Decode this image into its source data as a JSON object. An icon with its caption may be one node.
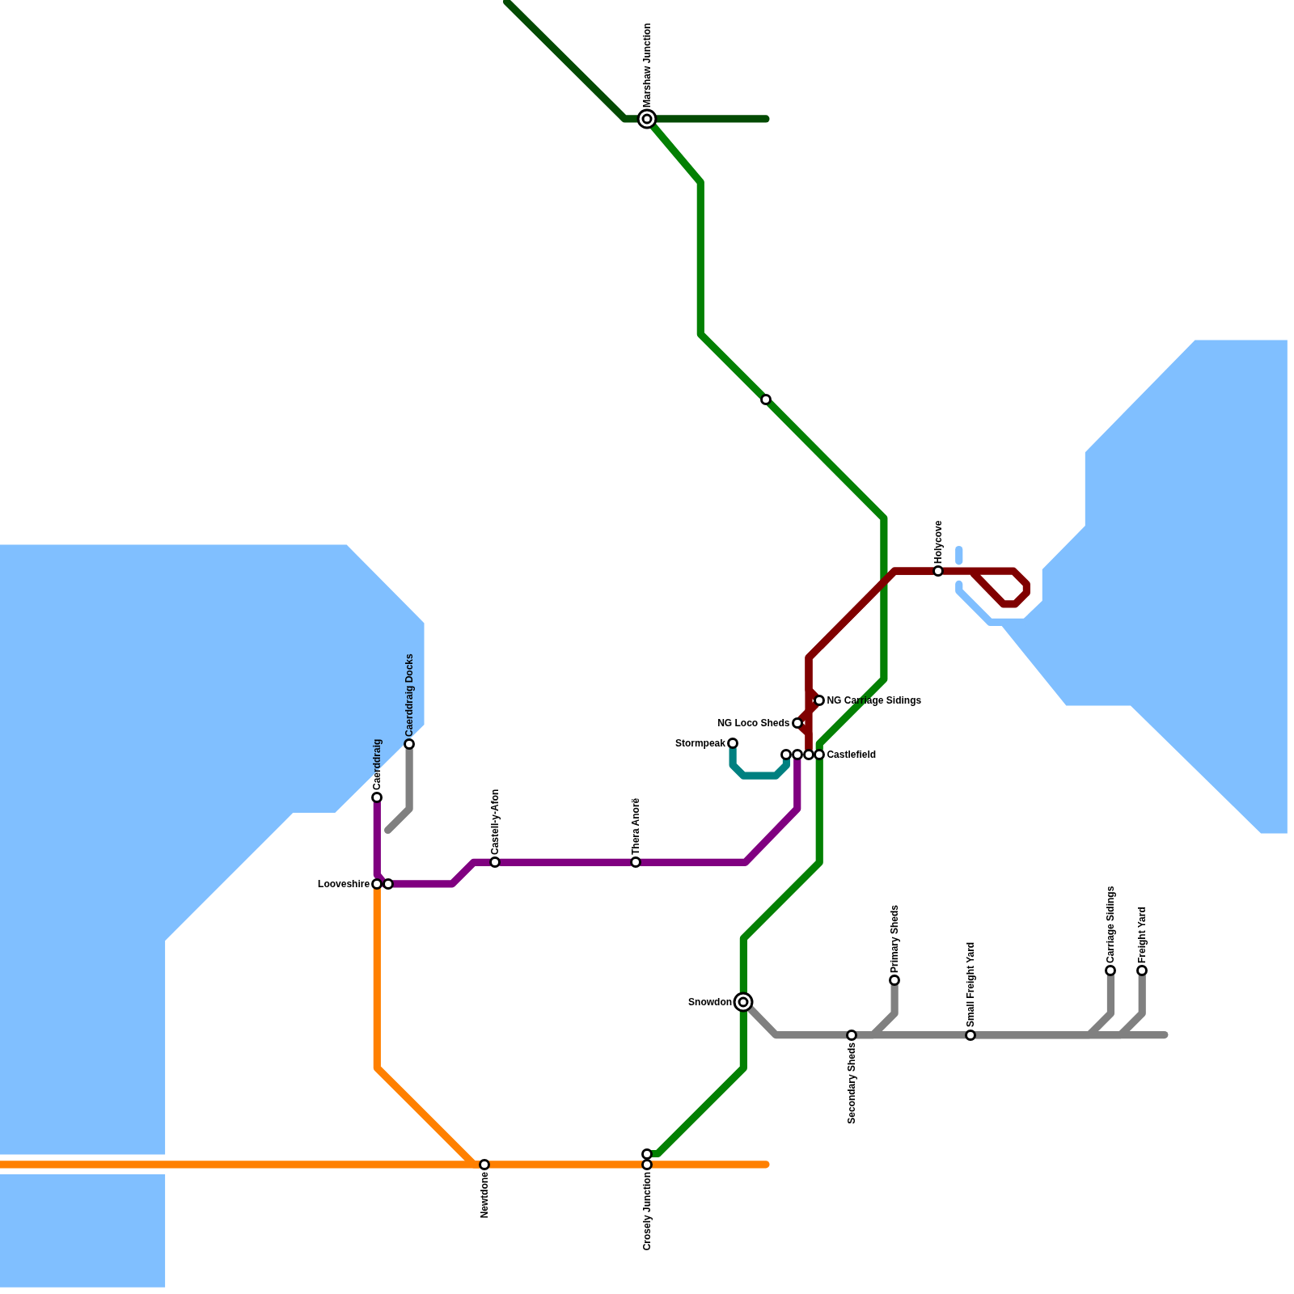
{
  "diagram": {
    "nodes": [
      {
        "text": [],
        "shape": "circle",
        "beside": [
          "Marshaw Junction"
        ]
      },
      {
        "text": [],
        "shape": "circle"
      },
      {
        "text": [],
        "shape": "circle",
        "beside": [
          "Holycove"
        ]
      },
      {
        "text": [],
        "shape": "circle",
        "beside": [
          "NG Carriage Sidings"
        ]
      },
      {
        "text": [],
        "shape": "circle",
        "beside": [
          "NG Loco Sheds"
        ]
      },
      {
        "text": [],
        "shape": "circle",
        "beside": [
          "Stormpeak"
        ]
      },
      {
        "text": [],
        "shape": "circle",
        "beside": [
          "Caerddraig Docks"
        ]
      },
      {
        "text": [],
        "shape": "circle"
      },
      {
        "text": [],
        "shape": "circle"
      },
      {
        "text": [],
        "shape": "circle"
      },
      {
        "text": [],
        "shape": "circle",
        "beside": [
          "Castlefield"
        ]
      },
      {
        "text": [],
        "shape": "circle",
        "beside": [
          "Caerddraig"
        ]
      },
      {
        "text": [],
        "shape": "circle",
        "beside": [
          "Castell-y-Afon"
        ]
      },
      {
        "text": [],
        "shape": "circle",
        "beside": [
          "Thera Anorë"
        ]
      },
      {
        "text": [],
        "shape": "circle",
        "beside": [
          "Looveshire"
        ]
      },
      {
        "text": [],
        "shape": "circle"
      },
      {
        "text": [],
        "shape": "circle",
        "beside": [
          "Carriage Sidings"
        ]
      },
      {
        "text": [],
        "shape": "circle",
        "beside": [
          "Freight Yard"
        ]
      },
      {
        "text": [],
        "shape": "circle",
        "beside": [
          "Primary Sheds"
        ]
      },
      {
        "text": [],
        "shape": "circle",
        "beside": [
          "Snowdon"
        ]
      },
      {
        "text": [],
        "shape": "circle",
        "beside": [
          "Secondary Sheds"
        ]
      },
      {
        "text": [],
        "shape": "circle",
        "beside": [
          "Small Freight Yard"
        ]
      },
      {
        "text": [],
        "shape": "circle"
      },
      {
        "text": [],
        "shape": "circle",
        "beside": [
          "Newtdone"
        ]
      },
      {
        "text": [],
        "shape": "circle",
        "beside": [
          "Crosely Junction"
        ]
      }
    ],
    "edges": [
      {
        "from": null,
        "to": 0,
        "arrow": "none",
        "color": "#034a03"
      },
      {
        "from": 0,
        "to": null,
        "arrow": "none",
        "color": "#034a03"
      },
      {
        "from": 0,
        "to": 1,
        "arrow": "none",
        "color": "#038003"
      },
      {
        "from": 1,
        "to": 10,
        "arrow": "none",
        "color": "#038003"
      },
      {
        "from": 10,
        "to": 19,
        "arrow": "none",
        "color": "#038003"
      },
      {
        "from": 19,
        "to": 22,
        "arrow": "none",
        "color": "#038003"
      },
      {
        "from": 9,
        "to": 4,
        "arrow": "none",
        "color": "#800000"
      },
      {
        "from": 4,
        "to": 3,
        "arrow": "none",
        "color": "#800000"
      },
      {
        "from": 3,
        "to": 2,
        "arrow": "none",
        "color": "#800000"
      },
      {
        "from": 9,
        "to": 2,
        "arrow": "none",
        "color": "#800000"
      },
      {
        "from": 2,
        "to": null,
        "arrow": "none",
        "color": "#800000"
      },
      {
        "from": 5,
        "to": 7,
        "arrow": "none",
        "color": "#008080"
      },
      {
        "from": 11,
        "to": 15,
        "arrow": "none",
        "color": "#800080"
      },
      {
        "from": 15,
        "to": 12,
        "arrow": "none",
        "color": "#800080"
      },
      {
        "from": 12,
        "to": 13,
        "arrow": "none",
        "color": "#800080"
      },
      {
        "from": 13,
        "to": 8,
        "arrow": "none",
        "color": "#800080"
      },
      {
        "from": null,
        "to": 23,
        "arrow": "none",
        "color": "#ff8000"
      },
      {
        "from": 14,
        "to": 23,
        "arrow": "none",
        "color": "#ff8000"
      },
      {
        "from": 23,
        "to": 24,
        "arrow": "none",
        "color": "#ff8000"
      },
      {
        "from": 24,
        "to": null,
        "arrow": "none",
        "color": "#ff8000"
      },
      {
        "from": 6,
        "to": null,
        "arrow": "none"
      },
      {
        "from": 19,
        "to": 20,
        "arrow": "none"
      },
      {
        "from": 20,
        "to": 21,
        "arrow": "none"
      },
      {
        "from": 21,
        "to": null,
        "arrow": "none"
      },
      {
        "from": 18,
        "to": 20,
        "arrow": "none"
      },
      {
        "from": 16,
        "to": 21,
        "arrow": "none"
      },
      {
        "from": 17,
        "to": 21,
        "arrow": "none"
      }
    ]
  }
}
